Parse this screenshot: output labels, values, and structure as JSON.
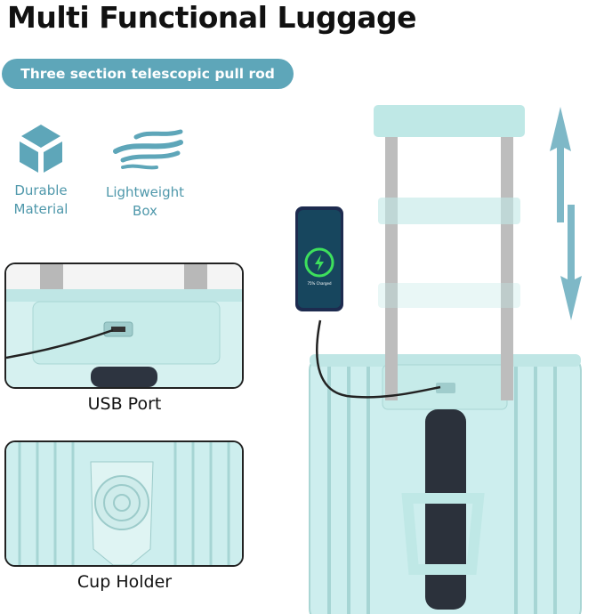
{
  "title": "Multi Functional Luggage",
  "banner": "Three section telescopic pull rod",
  "features": [
    {
      "icon": "cube-icon",
      "line1": "Durable",
      "line2": "Material"
    },
    {
      "icon": "wind-waves-icon",
      "line1": "Lightweight",
      "line2": "Box"
    }
  ],
  "panels": [
    {
      "caption": "USB Port"
    },
    {
      "caption": "Cup Holder"
    }
  ],
  "phone": {
    "status": "75% Charged"
  },
  "colors": {
    "accent": "#5ea6b9",
    "luggage": "#cdeeee",
    "handle": "#bfe8e6"
  }
}
